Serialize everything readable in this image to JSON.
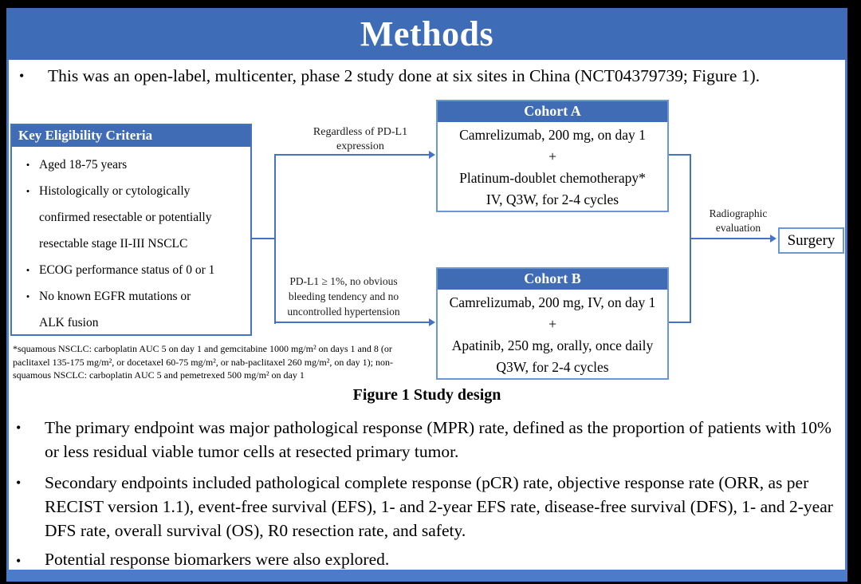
{
  "slide": {
    "title": "Methods",
    "intro_bullet": "This was an open-label, multicenter, phase 2 study done at six sites in China (NCT04379739; Figure 1).",
    "figure_caption": "Figure 1 Study design",
    "bullets": [
      "The primary endpoint was major pathological response (MPR) rate, defined as the proportion of patients with 10% or less residual viable tumor cells at resected primary tumor.",
      "Secondary endpoints included pathological complete response (pCR) rate, objective response rate (ORR, as per RECIST version 1.1), event-free survival (EFS), 1- and 2-year EFS rate, disease-free survival (DFS), 1- and 2-year DFS rate, overall survival (OS), R0 resection rate, and safety.",
      "Potential response biomarkers were also explored."
    ],
    "colors": {
      "title_bar_blue": "#3e6cb6",
      "header_blue": "#3f6cb5",
      "line_blue": "#4472c4",
      "box_border_blue": "#6b97d7"
    }
  },
  "figure": {
    "eligibility": {
      "header": "Key Eligibility Criteria",
      "items": [
        {
          "lines": [
            "Aged 18-75 years"
          ]
        },
        {
          "lines": [
            "Histologically or cytologically",
            "confirmed resectable or potentially",
            "resectable stage II-III NSCLC"
          ]
        },
        {
          "lines": [
            "ECOG performance status of 0 or 1"
          ]
        },
        {
          "lines": [
            "No known EGFR mutations or",
            "ALK fusion"
          ]
        }
      ]
    },
    "cohort_a": {
      "header": "Cohort A",
      "lines": [
        "Camrelizumab, 200 mg, on day 1",
        "+",
        "Platinum-doublet chemotherapy*",
        "IV, Q3W, for 2-4 cycles"
      ]
    },
    "cohort_b": {
      "header": "Cohort B",
      "lines": [
        "Camrelizumab, 200 mg, IV, on day 1",
        "+",
        "Apatinib, 250 mg, orally, once daily",
        "Q3W, for 2-4 cycles"
      ]
    },
    "surgery_box": "Surgery",
    "arrow_labels": {
      "top": "Regardless of PD-L1 expression",
      "bottom": "PD-L1 ≥ 1%, no obvious bleeding tendency and no uncontrolled hypertension",
      "right": "Radiographic evaluation"
    },
    "footnote_lines": [
      "*squamous NSCLC: carboplatin AUC 5 on day 1 and gemcitabine 1000 mg/m² on days 1 and 8 (or",
      "paclitaxel 135-175 mg/m², or docetaxel 60-75 mg/m², or nab-paclitaxel 260 mg/m², on day 1); non-",
      "squamous NSCLC: carboplatin AUC 5 and pemetrexed 500 mg/m² on day 1"
    ]
  }
}
